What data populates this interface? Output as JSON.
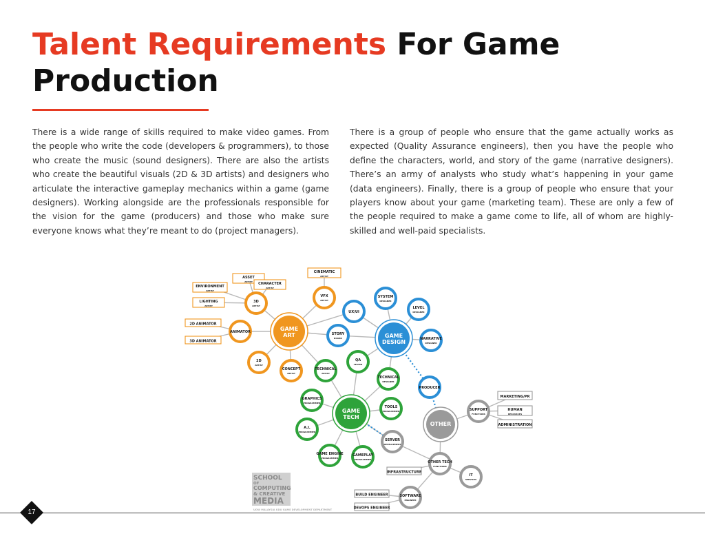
{
  "title": {
    "accent": "Talent Requirements",
    "rest": " For Game Production"
  },
  "paragraphs": {
    "left": "There is a wide range of skills required to make video games. From the people who write the code (developers & programmers), to those who create the music (sound designers).  There are also the artists who create the beautiful visuals (2D & 3D artists) and designers who articulate the interactive gameplay mechanics within a game (game designers). Working alongside are the professionals responsible for the vision for the game (producers) and those who make sure everyone knows what they’re meant to do (project managers).",
    "right": "There is a group of people who ensure that the game actually works as expected (Quality Assurance engineers), then you have the people who define the characters, world, and story of the game (narrative designers). There’s an army of analysts who study what’s happening in your game (data engineers). Finally, there is a group of people who ensure that your players know about your game (marketing team). These are only a few of the people required to make a game come to life, all of whom are highly-skilled and well-paid specialists."
  },
  "diagram": {
    "colors": {
      "art": "#f0961f",
      "design": "#2b8fd6",
      "tech": "#2ea33a",
      "other": "#9a9a9a",
      "text": "#1a1a1a"
    },
    "hubs": [
      {
        "id": "art",
        "group": "art",
        "title": "GAME",
        "sub": "ART"
      },
      {
        "id": "design",
        "group": "design",
        "title": "GAME",
        "sub": "DESIGN"
      },
      {
        "id": "tech",
        "group": "tech",
        "title": "GAME",
        "sub": "TECH"
      },
      {
        "id": "other",
        "group": "other",
        "title": "OTHER",
        "sub": ""
      }
    ],
    "nodes": [
      {
        "id": "3d-artist",
        "group": "art",
        "title": "3D",
        "sub": "ARTIST"
      },
      {
        "id": "animator",
        "group": "art",
        "title": "ANIMATOR",
        "sub": ""
      },
      {
        "id": "2d-artist",
        "group": "art",
        "title": "2D",
        "sub": "ARTIST"
      },
      {
        "id": "concept-artist",
        "group": "art",
        "title": "CONCEPT",
        "sub": "ARTIST"
      },
      {
        "id": "vfx-artist",
        "group": "art",
        "title": "VFX",
        "sub": "ARTIST"
      },
      {
        "id": "technical-artist",
        "group": "tech",
        "title": "TECHNICAL",
        "sub": "ARTIST"
      },
      {
        "id": "ux-ui",
        "group": "design",
        "title": "UX/UI",
        "sub": ""
      },
      {
        "id": "story-board",
        "group": "design",
        "title": "STORY",
        "sub": "BOARD"
      },
      {
        "id": "system-designer",
        "group": "design",
        "title": "SYSTEM",
        "sub": "DESIGNER"
      },
      {
        "id": "level-designer",
        "group": "design",
        "title": "LEVEL",
        "sub": "DESIGNER"
      },
      {
        "id": "narrative-designer",
        "group": "design",
        "title": "NARRATIVE",
        "sub": "DESIGNER"
      },
      {
        "id": "qa-tester",
        "group": "tech",
        "title": "QA",
        "sub": "TESTER"
      },
      {
        "id": "technical-designer",
        "group": "tech",
        "title": "TECHNICAL",
        "sub": "DESIGNER"
      },
      {
        "id": "producer",
        "group": "design",
        "title": "PRODUCER",
        "sub": ""
      },
      {
        "id": "graphics-programmer",
        "group": "tech",
        "title": "GRAPHICS",
        "sub": "PROGRAMMER"
      },
      {
        "id": "tools-programmer",
        "group": "tech",
        "title": "TOOLS",
        "sub": "PROGRAMMER"
      },
      {
        "id": "ai-programmer",
        "group": "tech",
        "title": "A.I.",
        "sub": "PROGRAMMER"
      },
      {
        "id": "game-engine-programmer",
        "group": "tech",
        "title": "GAME ENGINE",
        "sub": "PROGRAMMER"
      },
      {
        "id": "gameplay-programmer",
        "group": "tech",
        "title": "GAMEPLAY",
        "sub": "PROGRAMMER"
      },
      {
        "id": "server-development",
        "group": "other",
        "title": "SERVER",
        "sub": "DEVELOPMENT"
      },
      {
        "id": "support-functions",
        "group": "other",
        "title": "SUPPORT",
        "sub": "FUNCTIONS"
      },
      {
        "id": "other-tech-functions",
        "group": "other",
        "title": "OTHER TECH",
        "sub": "FUNCTIONS"
      },
      {
        "id": "it-services",
        "group": "other",
        "title": "IT",
        "sub": "SERVICES"
      },
      {
        "id": "software-engineer",
        "group": "other",
        "title": "SOFTWARE",
        "sub": "ENGINEER"
      }
    ],
    "boxes": [
      {
        "id": "asset-artist",
        "group": "art",
        "title": "ASSET",
        "sub": "ARTIST"
      },
      {
        "id": "character-artist",
        "group": "art",
        "title": "CHARACTER",
        "sub": "ARTIST"
      },
      {
        "id": "environment-artist",
        "group": "art",
        "title": "ENVIRONMENT",
        "sub": "ARTIST"
      },
      {
        "id": "lighting-artist",
        "group": "art",
        "title": "LIGHTING",
        "sub": "ARTIST"
      },
      {
        "id": "2d-animator",
        "group": "art",
        "title": "2D ANIMATOR",
        "sub": ""
      },
      {
        "id": "3d-animator",
        "group": "art",
        "title": "3D ANIMATOR",
        "sub": ""
      },
      {
        "id": "cinematic-artist",
        "group": "art",
        "title": "CINEMATIC",
        "sub": "ARTIST"
      },
      {
        "id": "marketing-pr",
        "group": "other",
        "title": "MARKETING/PR",
        "sub": ""
      },
      {
        "id": "human-resources",
        "group": "other",
        "title": "HUMAN",
        "sub": "RESOURCES"
      },
      {
        "id": "administration",
        "group": "other",
        "title": "ADMINISTRATION",
        "sub": ""
      },
      {
        "id": "infrastructure",
        "group": "other",
        "title": "INFRASTRUCTURE",
        "sub": ""
      },
      {
        "id": "build-engineer",
        "group": "other",
        "title": "BUILD ENGINEER",
        "sub": ""
      },
      {
        "id": "devops-engineer",
        "group": "other",
        "title": "DEVOPS ENGINEER",
        "sub": ""
      }
    ],
    "links": [
      [
        "art",
        "3d-artist"
      ],
      [
        "art",
        "animator"
      ],
      [
        "art",
        "2d-artist"
      ],
      [
        "art",
        "concept-artist"
      ],
      [
        "art",
        "vfx-artist"
      ],
      [
        "art",
        "technical-artist"
      ],
      [
        "art",
        "ux-ui"
      ],
      [
        "art",
        "story-board"
      ],
      [
        "3d-artist",
        "asset-artist"
      ],
      [
        "3d-artist",
        "character-artist"
      ],
      [
        "3d-artist",
        "environment-artist"
      ],
      [
        "3d-artist",
        "lighting-artist"
      ],
      [
        "animator",
        "2d-animator"
      ],
      [
        "animator",
        "3d-animator"
      ],
      [
        "vfx-artist",
        "cinematic-artist"
      ],
      [
        "design",
        "ux-ui"
      ],
      [
        "design",
        "story-board"
      ],
      [
        "design",
        "system-designer"
      ],
      [
        "design",
        "level-designer"
      ],
      [
        "design",
        "narrative-designer"
      ],
      [
        "design",
        "qa-tester"
      ],
      [
        "design",
        "technical-designer"
      ],
      [
        "tech",
        "technical-artist"
      ],
      [
        "tech",
        "qa-tester"
      ],
      [
        "tech",
        "technical-designer"
      ],
      [
        "tech",
        "graphics-programmer"
      ],
      [
        "tech",
        "tools-programmer"
      ],
      [
        "tech",
        "ai-programmer"
      ],
      [
        "tech",
        "game-engine-programmer"
      ],
      [
        "tech",
        "gameplay-programmer"
      ],
      [
        "tech",
        "server-development"
      ],
      [
        "other",
        "support-functions"
      ],
      [
        "other",
        "other-tech-functions"
      ],
      [
        "support-functions",
        "marketing-pr"
      ],
      [
        "support-functions",
        "human-resources"
      ],
      [
        "support-functions",
        "administration"
      ],
      [
        "other-tech-functions",
        "server-development"
      ],
      [
        "other-tech-functions",
        "it-services"
      ],
      [
        "other-tech-functions",
        "software-engineer"
      ],
      [
        "other-tech-functions",
        "infrastructure"
      ],
      [
        "software-engineer",
        "build-engineer"
      ],
      [
        "software-engineer",
        "devops-engineer"
      ]
    ],
    "dotted_links": [
      [
        "design",
        "producer"
      ],
      [
        "producer",
        "other"
      ],
      [
        "tech",
        "server-development"
      ]
    ],
    "logo": {
      "lines": [
        "SCHOOL",
        "OF",
        "COMPUTING",
        "& CREATIVE",
        "MEDIA"
      ],
      "caption": "UOW MALAYSIA KDU  GAME DEVELOPMENT DEPARTMENT"
    }
  },
  "page_number": "17"
}
